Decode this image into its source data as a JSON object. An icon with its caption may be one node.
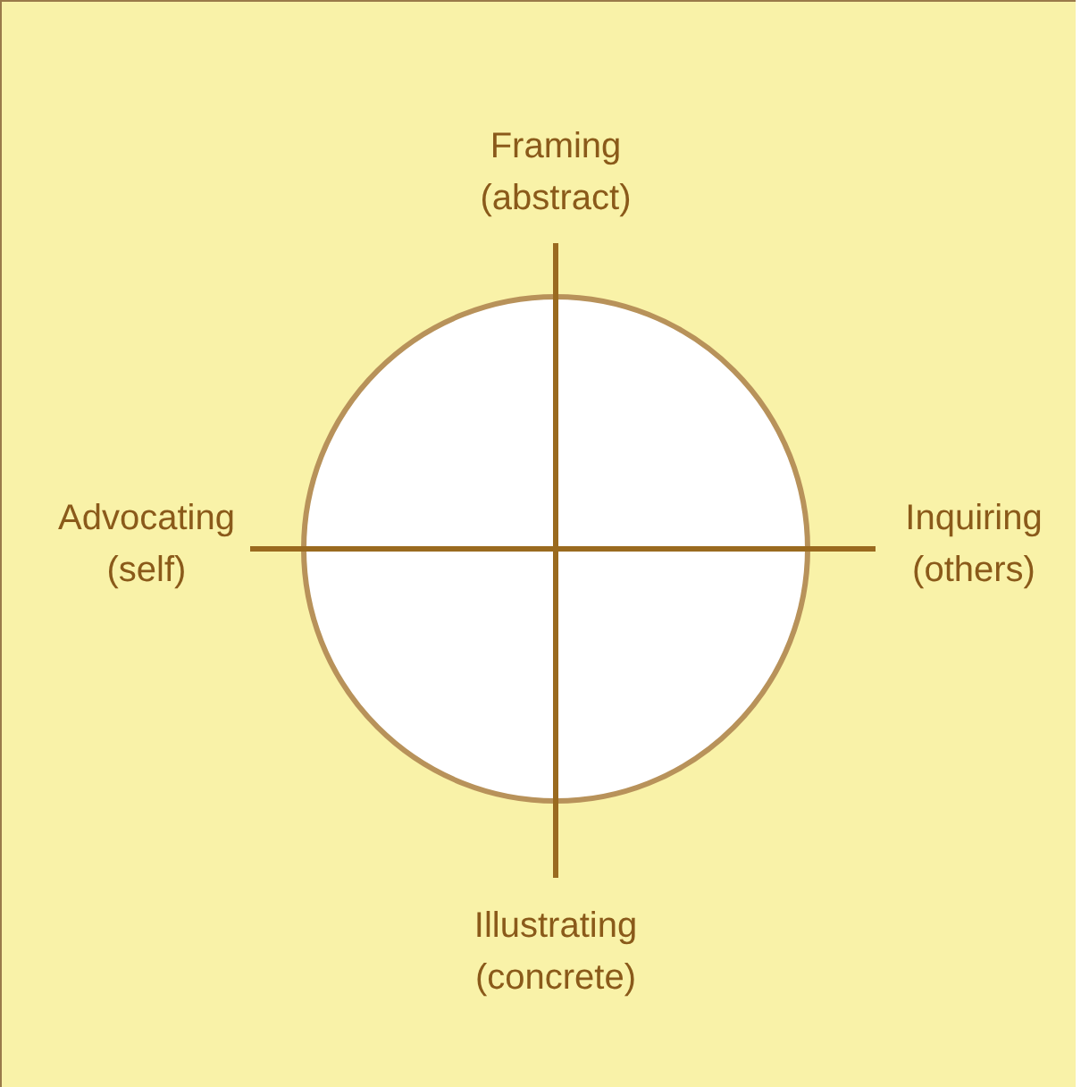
{
  "diagram": {
    "labels": [
      "Framing (abstract)",
      "Advocating (self)",
      "Inquiring (others)",
      "Illustrating (concrete)"
    ]
  }
}
